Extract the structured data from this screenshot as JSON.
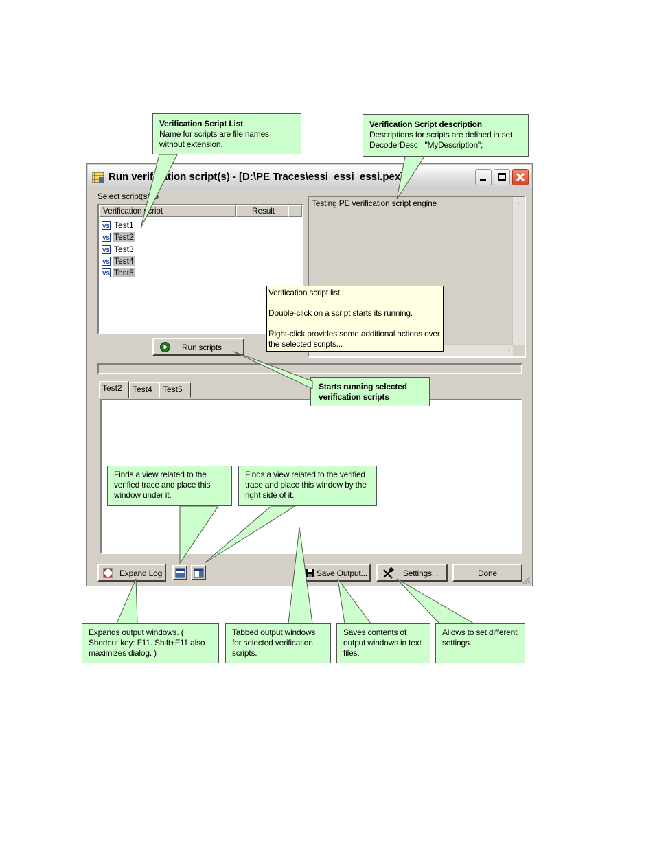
{
  "callouts": {
    "script_list": {
      "title": "Verification Script List",
      "text": "Name for scripts are file names without extension."
    },
    "script_desc": {
      "title": "Verification Script description",
      "text": "Descriptions for scripts are defined in set DecoderDesc= \"MyDescription\";"
    },
    "run_scripts": {
      "text": "Starts running selected verification scripts"
    },
    "view_under": {
      "text": "Finds a view related to the verified trace and place this window under it."
    },
    "view_right": {
      "text": "Finds a view related to the verified trace and place this window by the right side of it."
    },
    "expand_log": {
      "text": "Expands output windows. ( Shortcut key: F11. Shift+F11 also maximizes dialog. )"
    },
    "tabbed_output": {
      "text": "Tabbed output windows for selected verification scripts."
    },
    "save_output": {
      "text": "Saves contents of output windows in text files."
    },
    "settings": {
      "text": "Allows to set different settings."
    }
  },
  "window": {
    "title": "Run verification script(s) - [D:\\PE Traces\\essi_essi_essi.pex]",
    "select_label": "Select script(s) to",
    "columns": [
      "Verification script",
      "Result"
    ],
    "scripts": [
      {
        "name": "Test1",
        "selected": false
      },
      {
        "name": "Test2",
        "selected": true
      },
      {
        "name": "Test3",
        "selected": false
      },
      {
        "name": "Test4",
        "selected": true
      },
      {
        "name": "Test5",
        "selected": true
      }
    ],
    "description": "Testing PE verification script engine",
    "tooltip": {
      "line1": "Verification script list.",
      "line2": "Double-click on a script starts its running.",
      "line3": "Right-click provides some additional actions over the selected scripts..."
    },
    "run_button": "Run scripts",
    "tabs": [
      "Test2",
      "Test4",
      "Test5"
    ],
    "expand_button": "Expand Log",
    "save_button": "Save Output...",
    "settings_button": "Settings...",
    "done_button": "Done"
  },
  "icons": {
    "app": "app-icon",
    "script": "vs-script-icon",
    "run": "play-icon",
    "expand": "expand-icon",
    "save": "floppy-disk-icon",
    "settings": "tools-icon"
  },
  "colors": {
    "callout_bg": "#ccffcc",
    "tooltip_bg": "#ffffe1",
    "dialog_bg": "#d4d0c8",
    "close_button": "#d6452a"
  }
}
